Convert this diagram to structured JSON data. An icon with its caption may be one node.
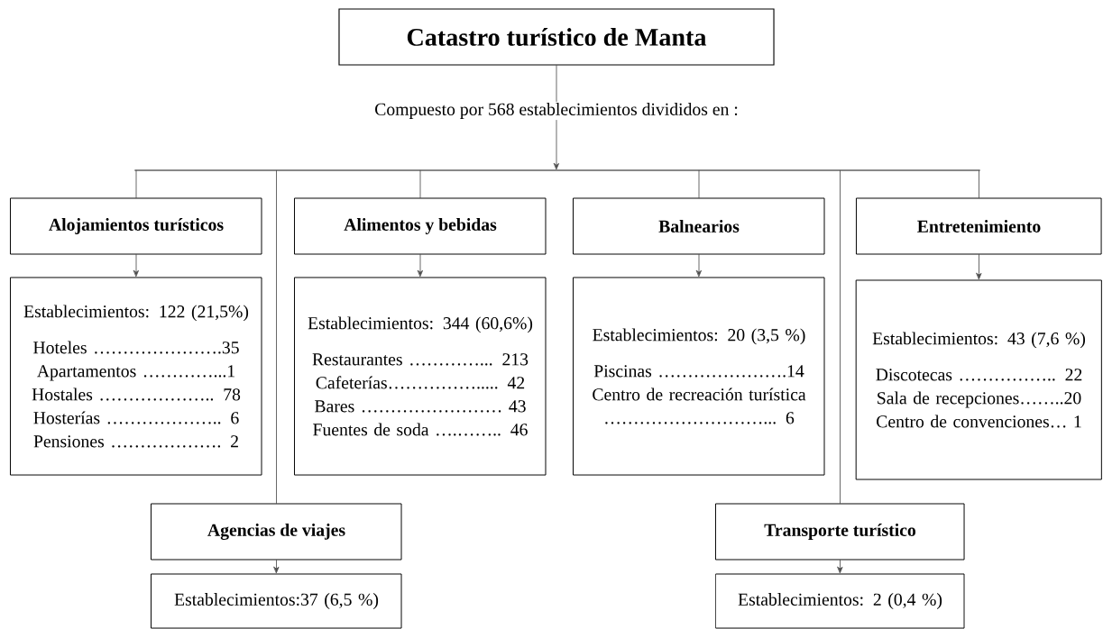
{
  "diagram": {
    "nodes": [
      {
        "text": [
          "Catastro turístico de Manta"
        ]
      },
      {
        "text": [
          "Compuesto por 568 establecimientos divididos en :"
        ]
      },
      {
        "text": [],
        "shape": "bar"
      },
      {
        "text": [
          "Alojamientos turísticos"
        ]
      },
      {
        "text": [
          "Establecimientos: 122 (21,5%)",
          "Hoteles ………………….35",
          "Apartamentos …………...1",
          "Hostales ……………….. 78",
          "Hosterías ……………….. 6",
          "Pensiones ………………. 2"
        ]
      },
      {
        "text": [
          "Alimentos y bebidas"
        ]
      },
      {
        "text": [
          "Establecimientos: 344 (60,6%)",
          "Restaurantes …………... 213",
          "Cafeterías……………..... 42",
          "Bares …………………… 43",
          "Fuentes de soda ….…….. 46"
        ]
      },
      {
        "text": [
          "Balnearios"
        ]
      },
      {
        "text": [
          "Establecimientos: 20 (3,5 %)",
          "Piscinas ………………….14",
          "Centro de recreación turística ………………………... 6"
        ]
      },
      {
        "text": [
          "Entretenimiento"
        ]
      },
      {
        "text": [
          "Establecimientos: 43 (7,6 %)",
          "Discotecas …………….. 22",
          "Sala de recepciones……..20",
          "Centro de convenciones… 1"
        ]
      },
      {
        "text": [
          "Agencias de viajes"
        ]
      },
      {
        "text": [
          "Establecimientos:37 (6,5 %)"
        ]
      },
      {
        "text": [
          "Transporte turístico"
        ]
      },
      {
        "text": [
          "Establecimientos: 2 (0,4 %)"
        ]
      }
    ],
    "edges": [
      {
        "from": 0,
        "to": 1,
        "arrow": "none"
      },
      {
        "from": 1,
        "to": 2,
        "arrow": "to"
      },
      {
        "from": 2,
        "to": 3,
        "arrow": "none"
      },
      {
        "from": 2,
        "to": 5,
        "arrow": "none"
      },
      {
        "from": 2,
        "to": 7,
        "arrow": "none"
      },
      {
        "from": 2,
        "to": 9,
        "arrow": "none"
      },
      {
        "from": 2,
        "to": 11,
        "arrow": "none"
      },
      {
        "from": 2,
        "to": 13,
        "arrow": "none"
      },
      {
        "from": 3,
        "to": 4,
        "arrow": "to"
      },
      {
        "from": 5,
        "to": 6,
        "arrow": "to"
      },
      {
        "from": 7,
        "to": 8,
        "arrow": "to"
      },
      {
        "from": 9,
        "to": 10,
        "arrow": "to"
      },
      {
        "from": 11,
        "to": 12,
        "arrow": "to"
      },
      {
        "from": 13,
        "to": 14,
        "arrow": "to"
      }
    ]
  }
}
